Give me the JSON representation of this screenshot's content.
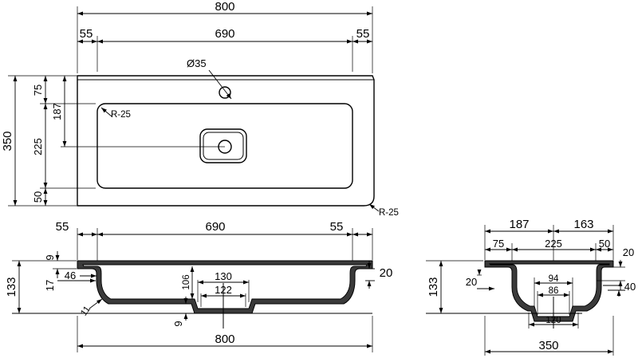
{
  "plan_view": {
    "overall_width": "800",
    "inner_width": "690",
    "side_left": "55",
    "side_right": "55",
    "hole_dia": "Ø35",
    "corner_inner": "R-25",
    "corner_outer": "R-25",
    "depth_total": "350",
    "dim_75": "75",
    "dim_187": "187",
    "dim_225": "225",
    "dim_50": "50"
  },
  "front_section": {
    "side_left": "55",
    "inner_width": "690",
    "side_right": "55",
    "dim_9_top": "9",
    "dim_46": "46",
    "dim_17": "17",
    "dim_133": "133",
    "dim_11": "11",
    "dim_106": "106",
    "dim_130": "130",
    "dim_122": "122",
    "dim_9_bottom": "9",
    "dim_20": "20",
    "overall_width": "800"
  },
  "side_section": {
    "dim_187": "187",
    "dim_163": "163",
    "dim_75": "75",
    "dim_225": "225",
    "dim_50": "50",
    "dim_133": "133",
    "dim_20_left": "20",
    "dim_94": "94",
    "dim_86": "86",
    "dim_120": "120",
    "dim_20_right": "20",
    "dim_40": "40",
    "overall_depth": "350"
  }
}
